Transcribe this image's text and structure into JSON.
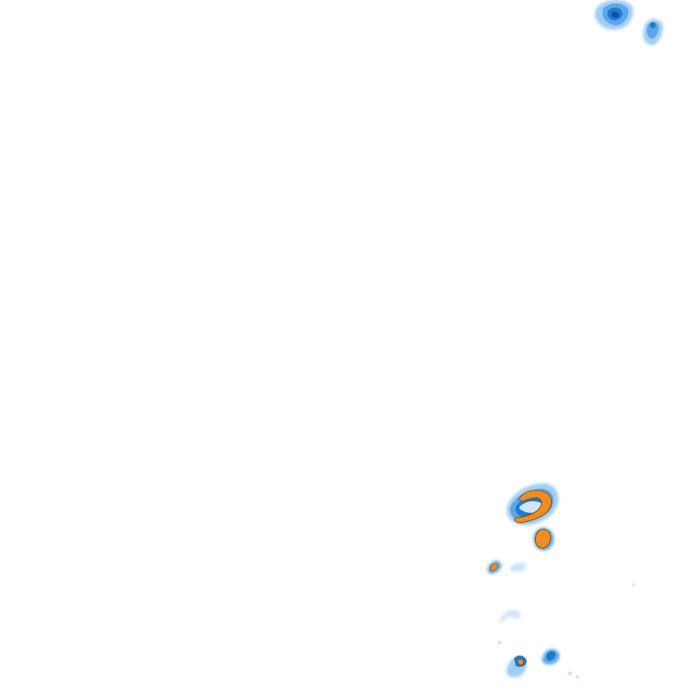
{
  "map": {
    "type": "radar-precipitation-tile",
    "background": "#ffffff",
    "labels": []
  },
  "palette": {
    "very_light": "#cfe6fb",
    "light": "#9fcdf5",
    "medium": "#5aa8ea",
    "strong": "#1f78d1",
    "intense": "#0b4f9e",
    "heavy": "#f28c1a",
    "heavy_outline": "#6a4a1f"
  },
  "cells": [
    {
      "id": "cell-northeast-a",
      "intensity": "strong"
    },
    {
      "id": "cell-northeast-b",
      "intensity": "strong"
    },
    {
      "id": "cell-southeast-main",
      "intensity": "heavy"
    },
    {
      "id": "cell-southeast-south",
      "intensity": "heavy"
    },
    {
      "id": "cell-southeast-west",
      "intensity": "heavy"
    },
    {
      "id": "cell-southeast-faint",
      "intensity": "light"
    },
    {
      "id": "cell-southeast-bottom-a",
      "intensity": "heavy"
    },
    {
      "id": "cell-southeast-bottom-b",
      "intensity": "medium"
    }
  ]
}
